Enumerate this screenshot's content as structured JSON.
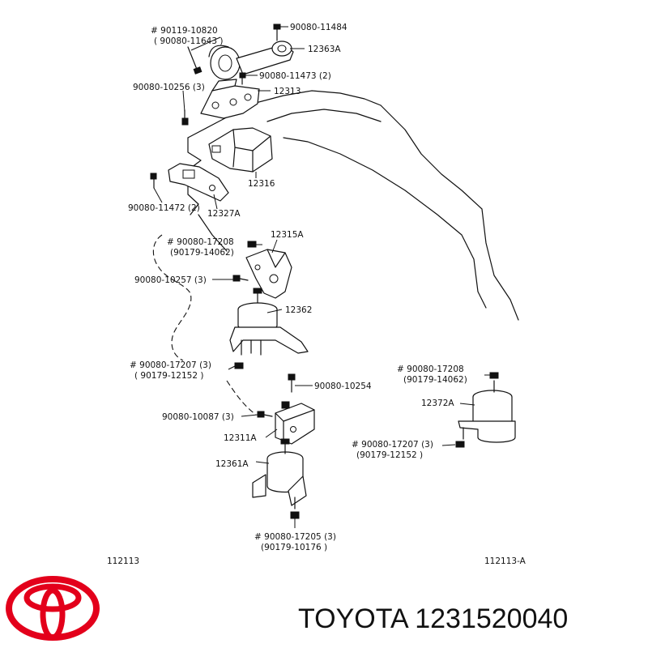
{
  "labels": {
    "l1a": "# 90119-10820",
    "l1b": "( 90080-11643 )",
    "l2": "90080-11484",
    "l3": "12363A",
    "l4": "90080-11473 (2)",
    "l5": "90080-10256 (3)",
    "l6": "12313",
    "l7": "12316",
    "l8": "90080-11472 (2)",
    "l9": "12327A",
    "l10a": "# 90080-17208",
    "l10b": "(90179-14062)",
    "l11": "12315A",
    "l12": "90080-10257 (3)",
    "l13": "12362",
    "l14a": "# 90080-17207 (3)",
    "l14b": "( 90179-12152 )",
    "l15": "90080-10254",
    "l16": "90080-10087 (3)",
    "l17": "12311A",
    "l18": "12361A",
    "l19a": "# 90080-17205 (3)",
    "l19b": "(90179-10176 )",
    "r1a": "# 90080-17208",
    "r1b": "(90179-14062)",
    "r2": "12372A",
    "r3a": "# 90080-17207 (3)",
    "r3b": "(90179-12152 )",
    "fig_left": "112113",
    "fig_right": "112113-A"
  },
  "footer": {
    "brand_text": "TOYOTA 1231520040",
    "logo_color": "#e3001b"
  },
  "icons": {
    "logo": "toyota-logo-icon"
  }
}
